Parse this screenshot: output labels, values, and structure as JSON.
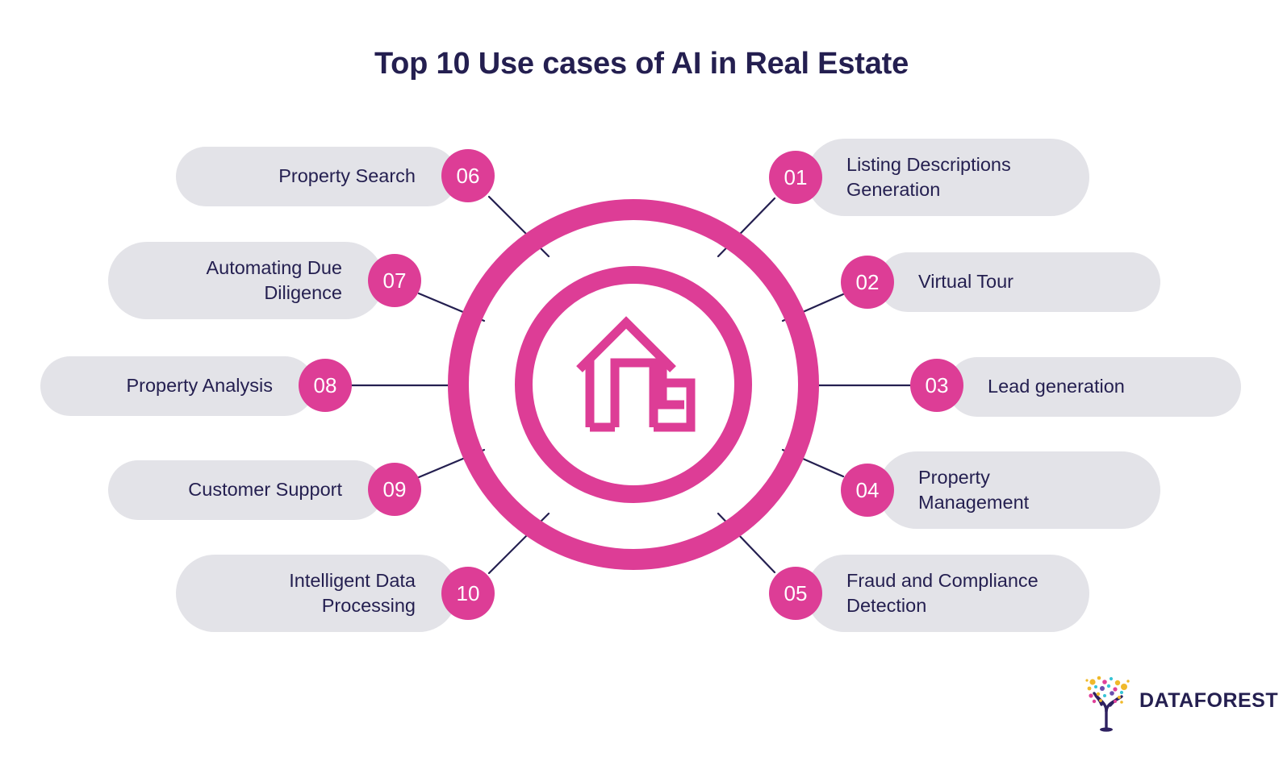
{
  "page": {
    "title": "Top 10 Use cases of AI in Real Estate",
    "background_color": "#ffffff",
    "accent_color": "#dd3d96",
    "text_color": "#241f50",
    "pill_color": "#e3e3e8"
  },
  "center": {
    "icon_name": "house-icon",
    "icon_color": "#dd3d96"
  },
  "items_right": [
    {
      "number": "01",
      "label": "Listing Descriptions\nGeneration"
    },
    {
      "number": "02",
      "label": "Virtual Tour"
    },
    {
      "number": "03",
      "label": "Lead generation"
    },
    {
      "number": "04",
      "label": "Property\nManagement"
    },
    {
      "number": "05",
      "label": "Fraud and Compliance\nDetection"
    }
  ],
  "items_left": [
    {
      "number": "06",
      "label": "Property Search"
    },
    {
      "number": "07",
      "label": "Automating Due\nDiligence"
    },
    {
      "number": "08",
      "label": "Property Analysis"
    },
    {
      "number": "09",
      "label": "Customer Support"
    },
    {
      "number": "10",
      "label": "Intelligent Data\nProcessing"
    }
  ],
  "logo": {
    "name": "DATAFOREST",
    "mark": "tree-logo-icon"
  }
}
